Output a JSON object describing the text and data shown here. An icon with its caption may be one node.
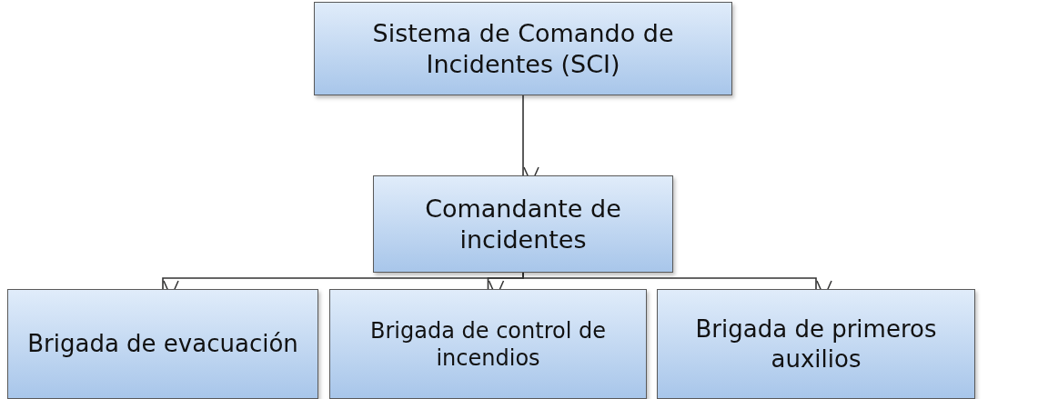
{
  "diagram": {
    "nodes": [
      {
        "text": [
          "Sistema de Comando de Incidentes (SCI)"
        ]
      },
      {
        "text": [
          "Comandante de incidentes"
        ]
      },
      {
        "text": [
          "Brigada de evacuación"
        ]
      },
      {
        "text": [
          "Brigada de control de incendios"
        ]
      },
      {
        "text": [
          "Brigada de primeros auxilios"
        ]
      }
    ],
    "edges": [
      {
        "from": 0,
        "to": 1,
        "arrow": "to"
      },
      {
        "from": 1,
        "to": 2,
        "arrow": "to"
      },
      {
        "from": 1,
        "to": 3,
        "arrow": "to"
      },
      {
        "from": 1,
        "to": 4,
        "arrow": "to"
      }
    ]
  }
}
